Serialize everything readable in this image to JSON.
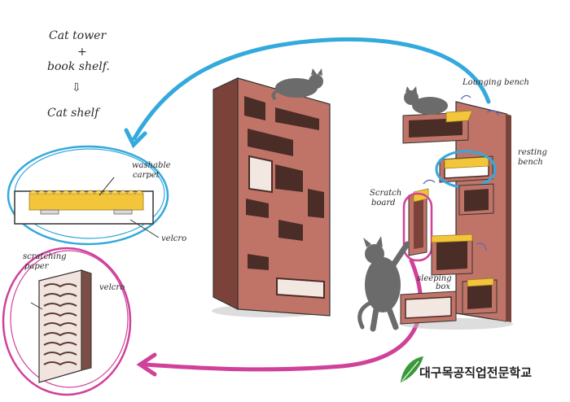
{
  "concept_note": {
    "line1": "Cat tower",
    "plus": "+",
    "line2": "book shelf.",
    "arrow": "⇩",
    "line3": "Cat shelf"
  },
  "detail_carpet": {
    "label_washable": "washable",
    "label_carpet": "carpet",
    "label_velcro": "velcro"
  },
  "detail_scratch": {
    "label_scratching": "scratching",
    "label_paper": "paper",
    "label_velcro": "velcro"
  },
  "shelf_labels": {
    "lounging": "Lounging bench",
    "resting_1": "resting",
    "resting_2": "bench",
    "scratch_1": "Scratch",
    "scratch_2": "board",
    "sleeping_1": "sleeping",
    "sleeping_2": "box"
  },
  "logo": {
    "text": "대구목공직업전문학교",
    "icon": "leaf-logo"
  },
  "colors": {
    "shelf_brown": "#c07468",
    "shelf_dark": "#5a3b32",
    "cushion_yellow": "#f2c53a",
    "arrow_blue": "#33a9dc",
    "arrow_pink": "#d0419a",
    "cat_gray": "#6b6b6b",
    "logo_green": "#3a9a3a"
  }
}
